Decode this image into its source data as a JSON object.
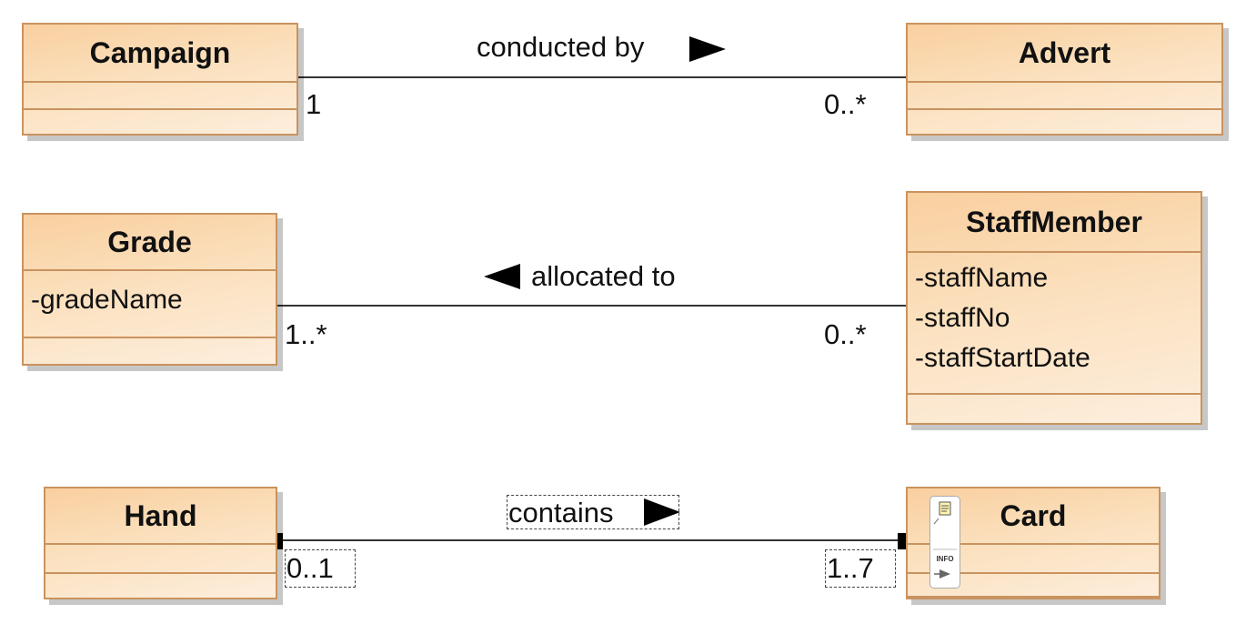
{
  "classes": {
    "campaign": {
      "name": "Campaign"
    },
    "advert": {
      "name": "Advert"
    },
    "grade": {
      "name": "Grade",
      "attributes": [
        "-gradeName"
      ]
    },
    "staff": {
      "name": "StaffMember",
      "attributes": [
        "-staffName",
        "-staffNo",
        "-staffStartDate"
      ]
    },
    "hand": {
      "name": "Hand"
    },
    "card": {
      "name": "Card"
    }
  },
  "associations": {
    "conducted": {
      "label": "conducted by",
      "source_mult": "1",
      "target_mult": "0..*"
    },
    "allocated": {
      "label": "allocated to",
      "source_mult": "1..*",
      "target_mult": "0..*"
    },
    "contains": {
      "label": "contains",
      "source_mult": "0..1",
      "target_mult": "1..7"
    }
  },
  "card_badge": {
    "info_text": "INFO",
    "icon": "note-info-icon"
  },
  "colors": {
    "class_fill": "#fbe0bd",
    "class_border": "#c9935f",
    "line": "#333333"
  }
}
